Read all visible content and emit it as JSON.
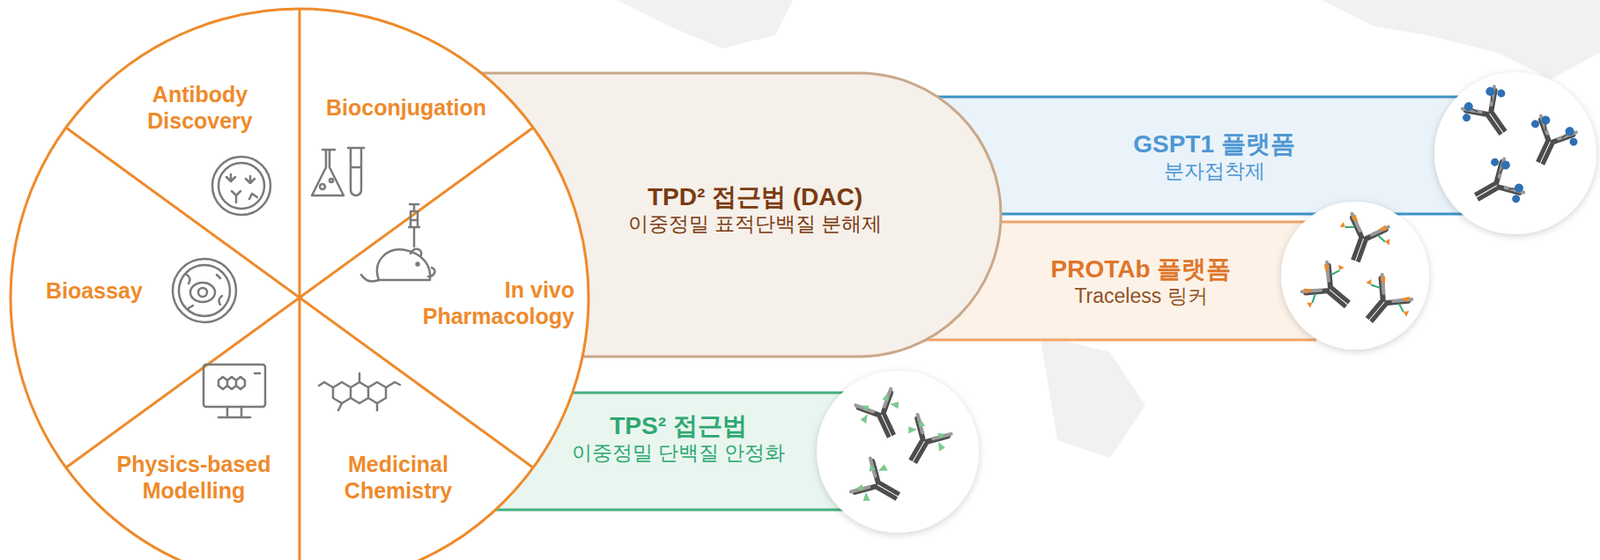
{
  "diagram": {
    "nodes": [
      {
        "text": [
          "Antibody Discovery"
        ]
      },
      {
        "text": [
          "Bioconjugation"
        ]
      },
      {
        "text": [
          "Bioassay"
        ]
      },
      {
        "text": [
          "In vivo Pharmacology"
        ]
      },
      {
        "text": [
          "Physics-based Modelling"
        ]
      },
      {
        "text": [
          "Medicinal Chemistry"
        ]
      },
      {
        "text": [
          "TPD² 접근법 (DAC)",
          "이중정밀 표적단백질 분해제"
        ]
      },
      {
        "text": [
          "GSPT1 플랫폼",
          "분자접착제"
        ]
      },
      {
        "text": [
          "PROTAb 플랫폼",
          "Traceless 링커"
        ]
      },
      {
        "text": [
          "TPS² 접근법",
          "이중정밀 단백질 안정화"
        ]
      }
    ]
  }
}
